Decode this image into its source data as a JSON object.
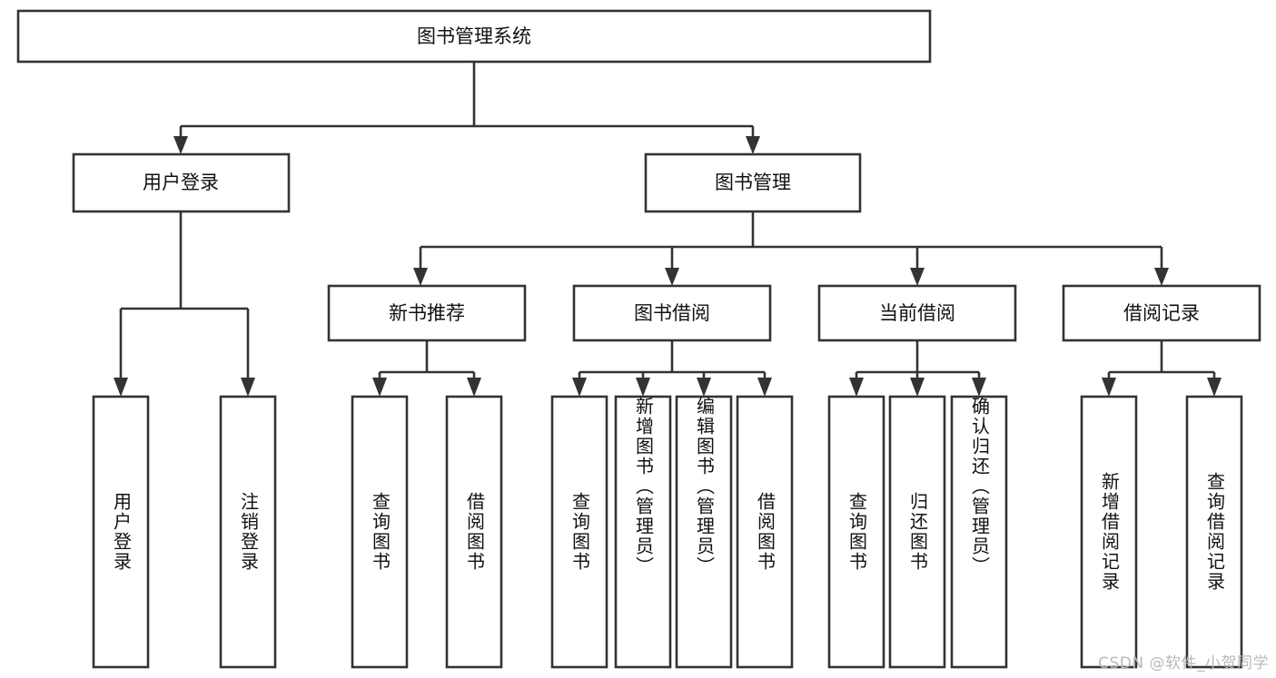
{
  "diagram": {
    "type": "tree-hierarchy-chart",
    "title_text": "图书管理系统",
    "watermark": "CSDN @软件_小贺同学",
    "colors": {
      "box_stroke": "#333333",
      "box_fill": "#ffffff",
      "text": "#111111",
      "background": "#ffffff",
      "watermark": "#b9b9b9"
    },
    "root": {
      "label": "图书管理系统"
    },
    "level2": [
      {
        "label": "用户登录"
      },
      {
        "label": "图书管理"
      }
    ],
    "level3": [
      {
        "label": "新书推荐"
      },
      {
        "label": "图书借阅"
      },
      {
        "label": "当前借阅"
      },
      {
        "label": "借阅记录"
      }
    ],
    "leaves": {
      "user_login": [
        {
          "label": "用户登录"
        },
        {
          "label": "注销登录"
        }
      ],
      "new_book_recommend": [
        {
          "label": "查询图书"
        },
        {
          "label": "借阅图书"
        }
      ],
      "book_borrow": [
        {
          "label": "查询图书"
        },
        {
          "label": "新增图书（管理员）"
        },
        {
          "label": "编辑图书（管理员）"
        },
        {
          "label": "借阅图书"
        }
      ],
      "current_borrow": [
        {
          "label": "查询图书"
        },
        {
          "label": "归还图书"
        },
        {
          "label": "确认归还（管理员）"
        }
      ],
      "borrow_record": [
        {
          "label": "新增借阅记录"
        },
        {
          "label": "查询借阅记录"
        }
      ]
    }
  }
}
